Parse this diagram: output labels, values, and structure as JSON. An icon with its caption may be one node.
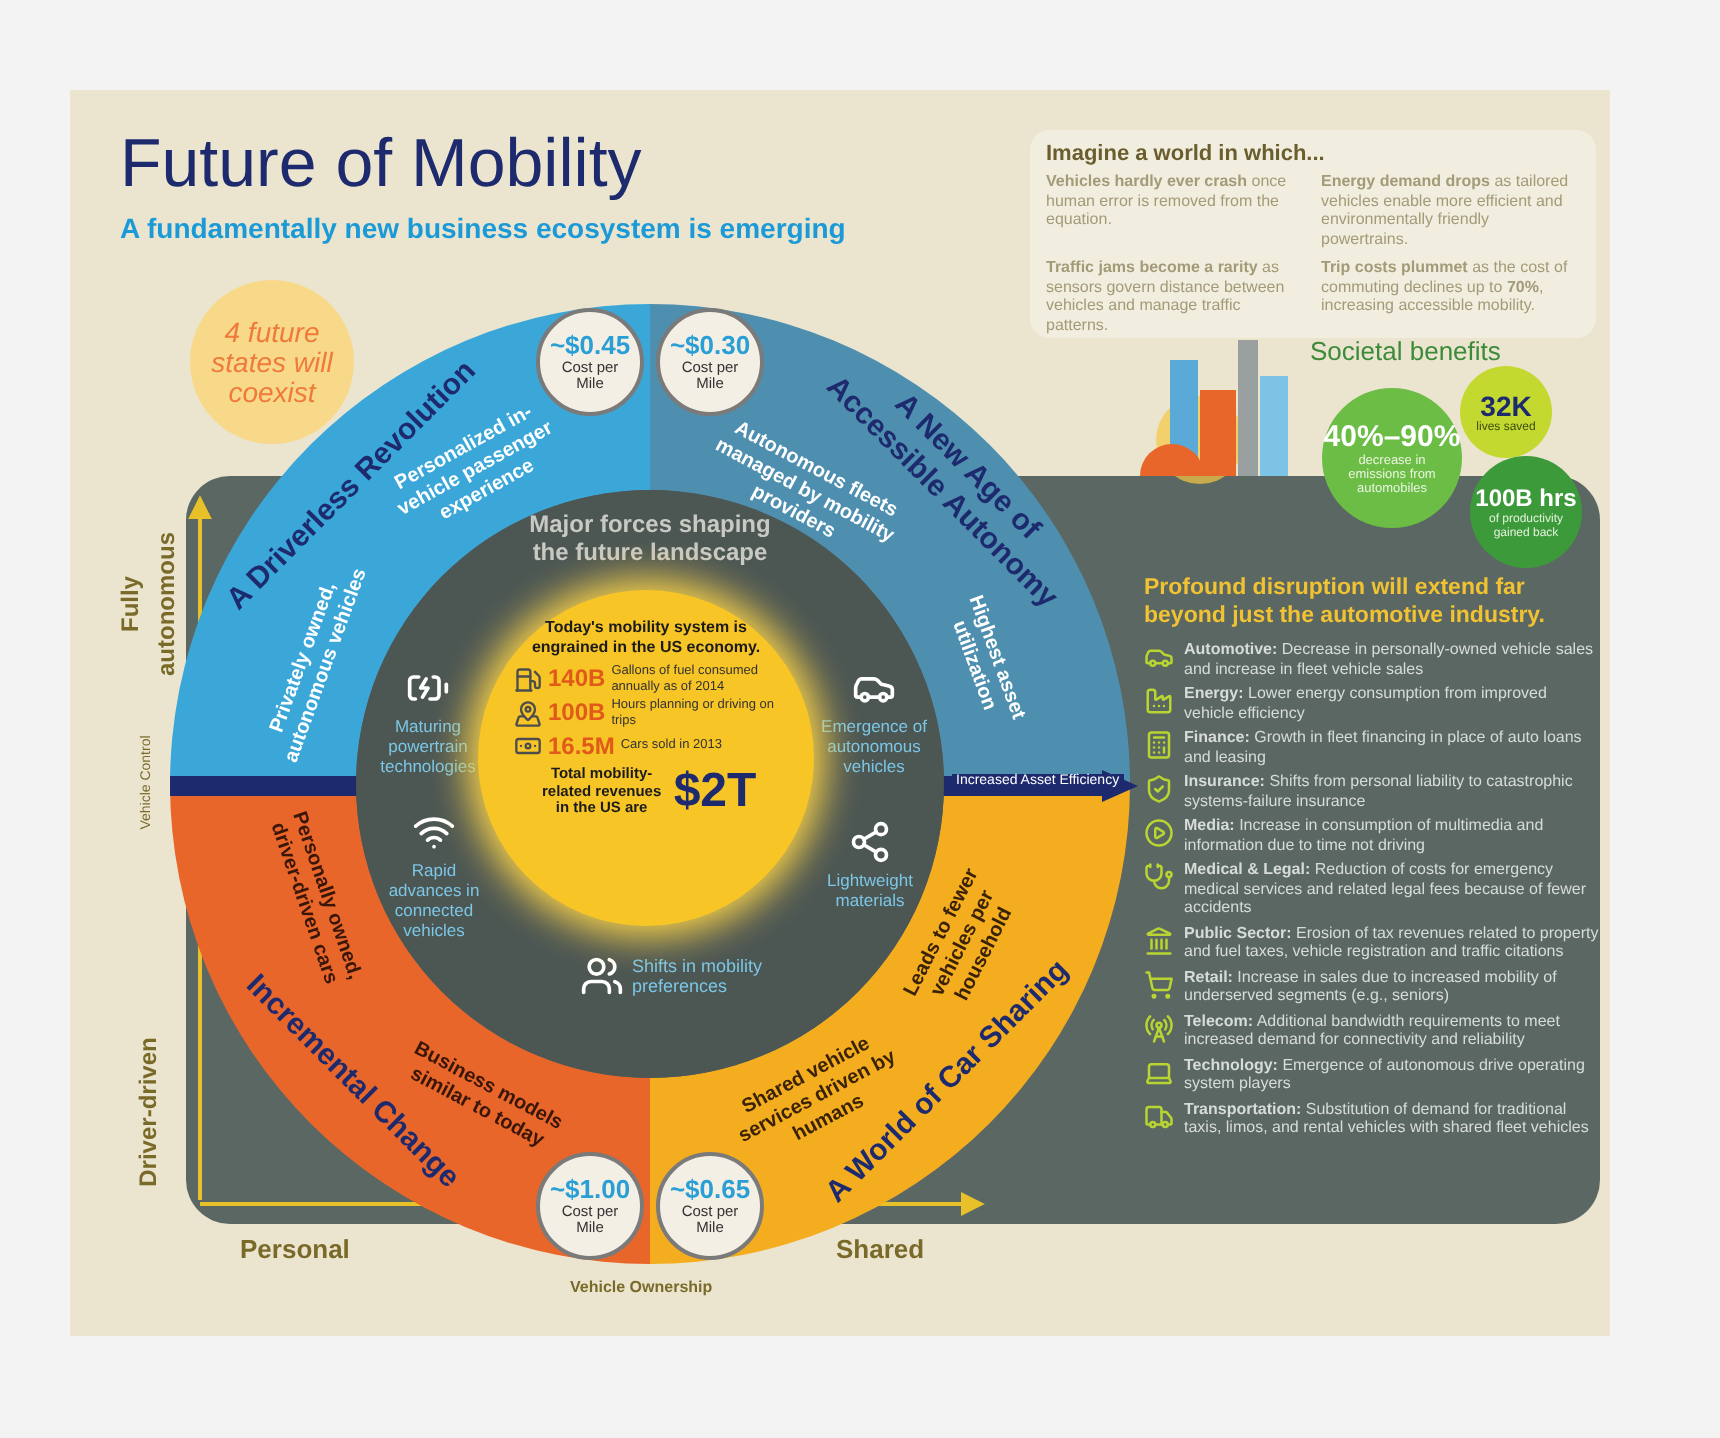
{
  "diagram": {
    "title": "Future of Mobility",
    "nodes": [
      {
        "text": [
          "4 future states will coexist"
        ]
      },
      {
        "text": [
          "A Driverless Revolution",
          "Personalized in-vehicle passenger experience",
          "Privately owned, autonomous vehicles"
        ]
      },
      {
        "text": [
          "~$0.45",
          "Cost per Mile"
        ],
        "in": 1
      },
      {
        "text": [
          "A New Age of Accessible Autonomy",
          "Autonomous fleets managed by mobility providers",
          "Highest asset utilization"
        ]
      },
      {
        "text": [
          "~$0.30",
          "Cost per Mile"
        ],
        "in": 3
      },
      {
        "text": [
          "Incremental Change",
          "Personally owned, driver-driven cars",
          "Business models similar to today"
        ]
      },
      {
        "text": [
          "~$1.00",
          "Cost per Mile"
        ],
        "in": 5
      },
      {
        "text": [
          "A World of Car Sharing",
          "Leads to fewer vehicles per household",
          "Shared vehicle services driven by humans"
        ]
      },
      {
        "text": [
          "~$0.65",
          "Cost per Mile"
        ],
        "in": 7
      },
      {
        "text": [
          "Major forces shaping the future landscape"
        ]
      },
      {
        "text": [
          "Maturing powertrain technologies"
        ],
        "in": 9
      },
      {
        "text": [
          "Emergence of autonomous vehicles"
        ],
        "in": 9
      },
      {
        "text": [
          "Rapid advances in connected vehicles"
        ],
        "in": 9
      },
      {
        "text": [
          "Lightweight materials"
        ],
        "in": 9
      },
      {
        "text": [
          "Shifts in mobility preferences"
        ],
        "in": 9
      },
      {
        "text": [
          "Today's mobility system is engrained in the US economy.",
          "140B",
          "Gallons of fuel consumed annually as of 2014",
          "100B",
          "Hours planning or driving on trips",
          "16.5M",
          "Cars sold in 2013",
          "Total mobility-related revenues in the US are",
          "$2T"
        ],
        "in": 9
      },
      {
        "text": [
          "Imagine a world in which...",
          "**Vehicles hardly ever crash** once human error is removed from the equation.",
          "**Energy demand drops** as tailored vehicles enable more efficient and environmentally friendly powertrains.",
          "**Traffic jams become a rarity** as sensors govern distance between vehicles and manage traffic patterns.",
          "**Trip costs plummet** as the cost of commuting declines up to **70%**, increasing accessible mobility."
        ]
      },
      {
        "text": [
          "40%–90%",
          "decrease in emissions from automobiles"
        ]
      },
      {
        "text": [
          "32K",
          "lives saved"
        ]
      },
      {
        "text": [
          "100B hrs",
          "of productivity gained back"
        ]
      },
      {
        "text": [
          "Profound disruption will extend far beyond just the automotive industry."
        ]
      },
      {
        "text": [
          "**Automotive:** Decrease in personally-owned vehicle sales and increase in fleet vehicle sales"
        ],
        "in": 20
      },
      {
        "text": [
          "**Energy:** Lower energy consumption from improved vehicle efficiency"
        ],
        "in": 20
      },
      {
        "text": [
          "**Finance:** Growth in fleet financing in place of auto loans and leasing"
        ],
        "in": 20
      },
      {
        "text": [
          "**Insurance:** Shifts from personal liability to catastrophic systems-failure insurance"
        ],
        "in": 20
      },
      {
        "text": [
          "**Media:** Increase in consumption of multimedia and information due to time not driving"
        ],
        "in": 20
      },
      {
        "text": [
          "**Medical & Legal:** Reduction of costs for emergency medical services and related legal fees because of fewer accidents"
        ],
        "in": 20
      },
      {
        "text": [
          "**Public Sector:** Erosion of tax revenues related to property and fuel taxes, vehicle registration and traffic citations"
        ],
        "in": 20
      },
      {
        "text": [
          "**Retail:** Increase in sales due to increased mobility of underserved segments (e.g., seniors)"
        ],
        "in": 20
      },
      {
        "text": [
          "**Telecom:** Additional bandwidth requirements to meet increased demand for connectivity and reliability"
        ],
        "in": 20
      },
      {
        "text": [
          "**Technology:** Emergence of autonomous drive operating system players"
        ],
        "in": 20
      },
      {
        "text": [
          "**Transportation:** Substitution of demand for traditional taxis, limos, and rental vehicles with shared fleet vehicles"
        ],
        "in": 20
      }
    ],
    "labels": [
      "A fundamentally new business ecosystem is emerging",
      "Societal benefits",
      "Fully autonomous",
      "Vehicle Control",
      "Increased Asset Efficiency",
      "Driver-driven",
      "Personal",
      "Vehicle Ownership",
      "Shared"
    ]
  }
}
